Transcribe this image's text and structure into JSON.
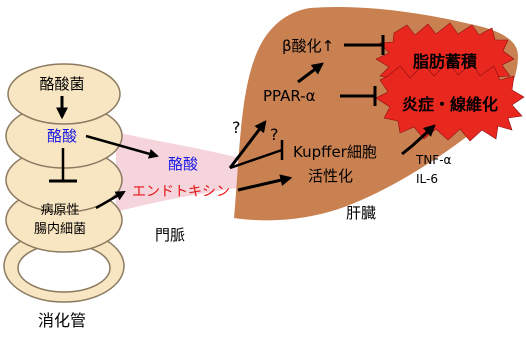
{
  "gut": {
    "bacteria": "酪酸菌",
    "butyrate": "酪酸",
    "pathogenic_line1": "病原性",
    "pathogenic_line2": "腸内細菌",
    "caption": "消化管"
  },
  "portal_vein": {
    "butyrate": "酪酸",
    "endotoxin": "エンドトキシン",
    "caption": "門脈"
  },
  "liver": {
    "beta_oxidation": "β酸化↑",
    "ppar": "PPAR-α",
    "kupffer_line1": "Kupffer細胞",
    "kupffer_line2": "活性化",
    "caption": "肝臓",
    "cytokine1": "TNF-α",
    "cytokine2": "IL-6"
  },
  "outcomes": {
    "fat_accumulation": "脂肪蓄積",
    "inflammation_fibrosis": "炎症・線維化"
  },
  "question_mark": "?",
  "colors": {
    "gut_fill": "#f8e6c2",
    "gut_stroke": "#8a7a60",
    "portal_fill": "#f6d4dc",
    "liver_fill": "#c98152",
    "starburst_fill": "#e8271f",
    "blue_text": "#1a1ae6",
    "red_text": "#e61414",
    "black": "#000000"
  }
}
